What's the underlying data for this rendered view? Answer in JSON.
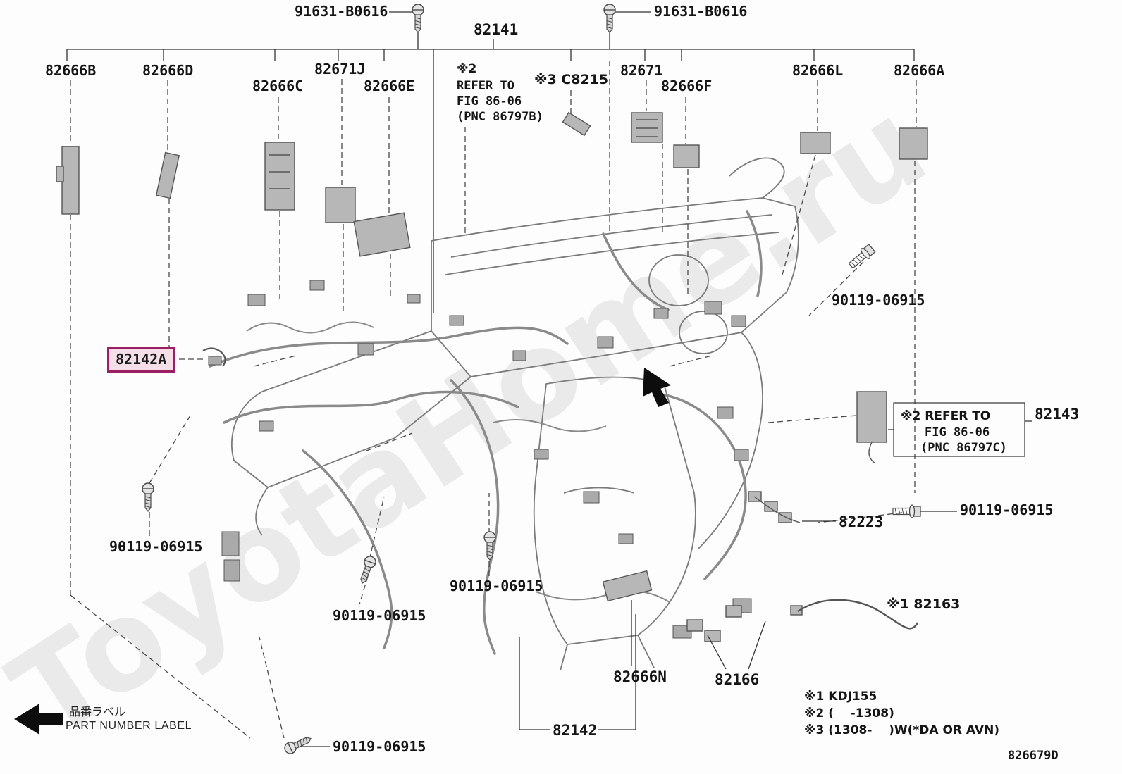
{
  "doc": {
    "number": "826679D",
    "watermark": "ToyotaHome.ru"
  },
  "fasteners": {
    "screw_top_left": "91631-B0616",
    "screw_top_right": "91631-B0616",
    "bolt_right_upper": "90119-06915",
    "bolt_right_lower": "90119-06915",
    "screw_left": "90119-06915",
    "screw_bottom_left": "90119-06915",
    "screw_bottom_mid": "90119-06915",
    "screw_bottom": "90119-06915"
  },
  "parts": {
    "p82141": "82141",
    "p82666B": "82666B",
    "p82666D": "82666D",
    "p82666C": "82666C",
    "p82671J": "82671J",
    "p82666E": "82666E",
    "pC8215": "※3 C8215",
    "p82671": "82671",
    "p82666F": "82666F",
    "p82666L": "82666L",
    "p82666A": "82666A",
    "p82142A": "82142A",
    "p82143": "82143",
    "p82223": "82223",
    "p82163": "※1 82163",
    "p82666N": "82666N",
    "p82166": "82166",
    "p82142": "82142"
  },
  "refs": {
    "ref_b_line1": "※2",
    "ref_b_line2": "REFER TO",
    "ref_b_line3": "FIG 86-06",
    "ref_b_line4": "(PNC 86797B)",
    "ref_c_line1": "※2 REFER TO",
    "ref_c_line2": "FIG 86-06",
    "ref_c_line3": "(PNC 86797C)"
  },
  "legend": {
    "jp": "品番ラベル",
    "en": "PART NUMBER LABEL",
    "note1": "※1 KDJ155",
    "note2": "※2 (    -1308)",
    "note3": "※3 (1308-    )W(*DA OR AVN)"
  }
}
